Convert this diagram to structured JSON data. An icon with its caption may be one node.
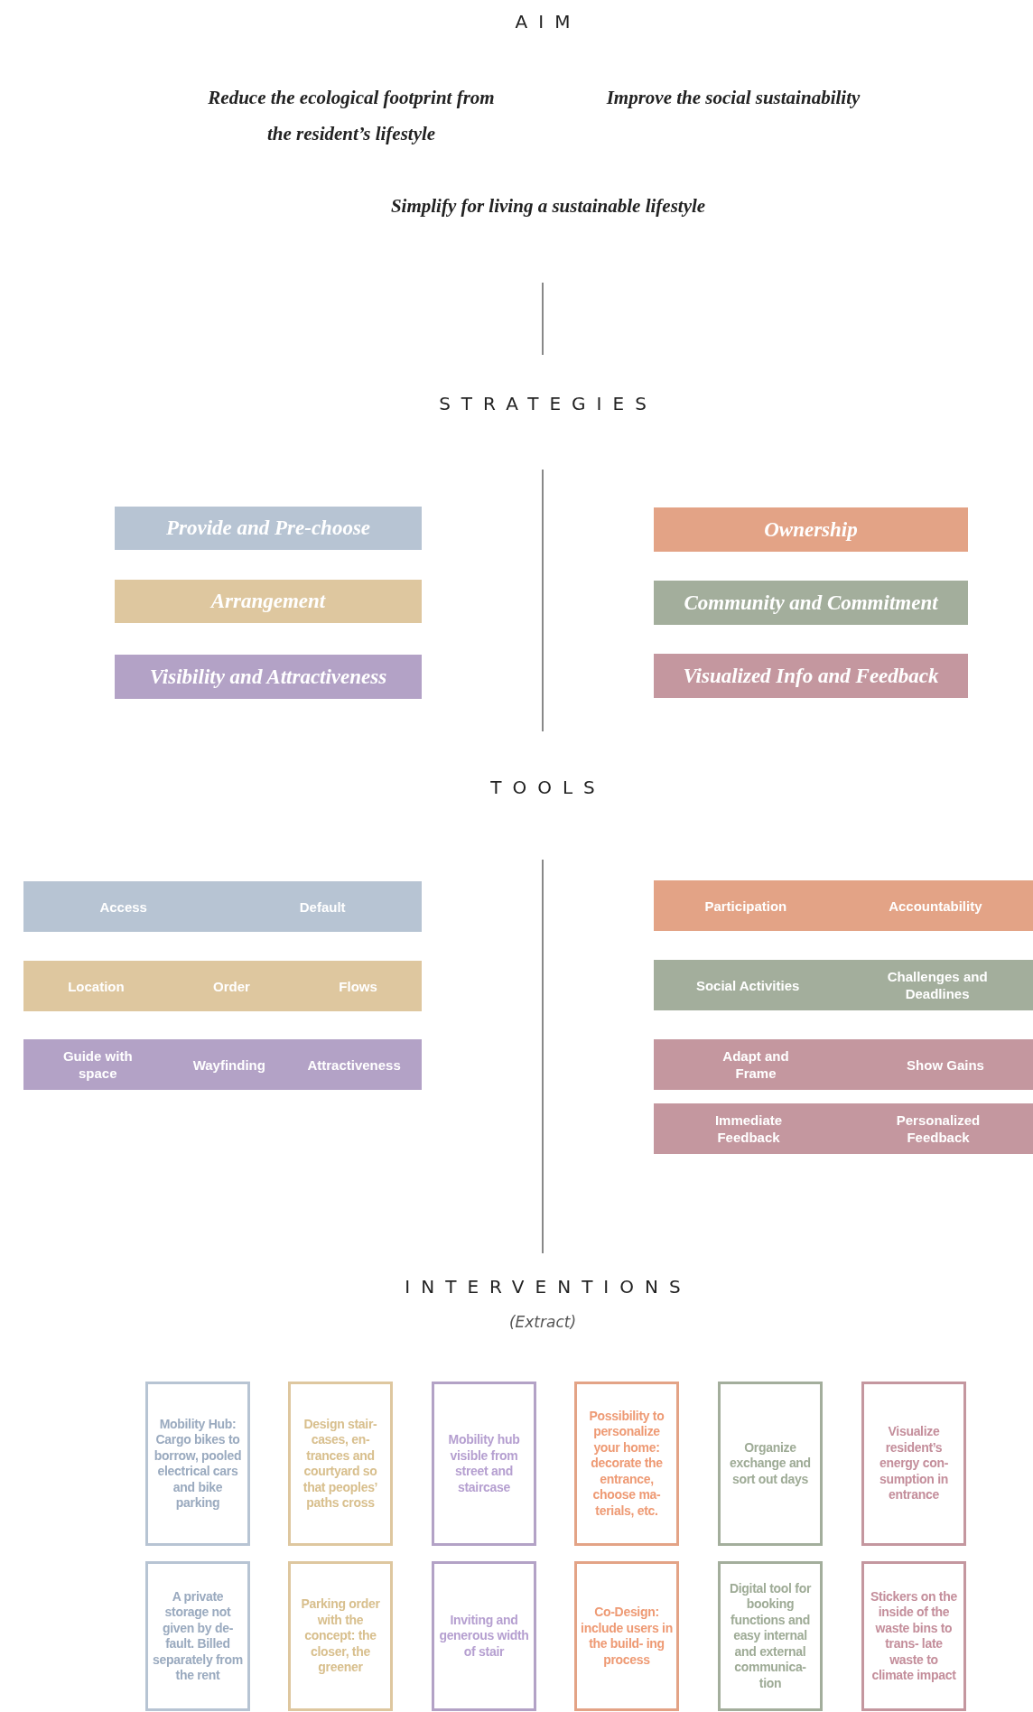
{
  "diagram": {
    "nodes": [
      {
        "text": [
          "Provide and Pre-choose"
        ]
      },
      {
        "text": [
          "Arrangement"
        ]
      },
      {
        "text": [
          "Visibility and Attractiveness"
        ]
      },
      {
        "text": [
          "Ownership"
        ]
      },
      {
        "text": [
          "Community and Commitment"
        ]
      },
      {
        "text": [
          "Visualized Info and Feedback"
        ]
      },
      {
        "text": [
          "Access",
          "Default"
        ]
      },
      {
        "text": [
          "Location",
          "Order",
          "Flows"
        ]
      },
      {
        "text": [
          "Guide with space",
          "Wayfinding",
          "Attractiveness"
        ]
      },
      {
        "text": [
          "Participation",
          "Accountability"
        ]
      },
      {
        "text": [
          "Social Activities",
          "Challenges and Deadlines"
        ]
      },
      {
        "text": [
          "Adapt and Frame",
          "Show Gains"
        ]
      },
      {
        "text": [
          "Immediate Feedback",
          "Personalized Feedback"
        ]
      },
      {
        "text": [
          "Mobility Hub: Cargo bikes to borrow, pooled electrical cars and bike parking"
        ]
      },
      {
        "text": [
          "Design stair- cases, en- trances and courtyard so that peoples’ paths cross"
        ]
      },
      {
        "text": [
          "Mobility hub visible from street and staircase"
        ]
      },
      {
        "text": [
          "Possibility to personalize your home: decorate the entrance, choose ma- terials, etc."
        ]
      },
      {
        "text": [
          "Organize exchange and sort out days"
        ]
      },
      {
        "text": [
          "Visualize resident’s energy con- sumption in entrance"
        ]
      },
      {
        "text": [
          "A private storage not given by de- fault. Billed separately from the rent"
        ]
      },
      {
        "text": [
          "Parking order with the concept: the closer, the greener"
        ]
      },
      {
        "text": [
          "Inviting and generous width of stair"
        ]
      },
      {
        "text": [
          "Co-Design: include users in the build- ing process"
        ]
      },
      {
        "text": [
          "Digital tool for booking functions and easy internal and external communica- tion"
        ]
      },
      {
        "text": [
          "Stickers on the inside of the waste bins to trans- late waste to climate impact"
        ]
      }
    ],
    "labels": [
      "AIM",
      "Reduce the ecological footprint from the resident’s lifestyle",
      "Improve the social sustainability",
      "Simplify for living a sustainable lifestyle",
      "STRATEGIES",
      "TOOLS",
      "INTERVENTIONS",
      "(Extract)"
    ]
  }
}
